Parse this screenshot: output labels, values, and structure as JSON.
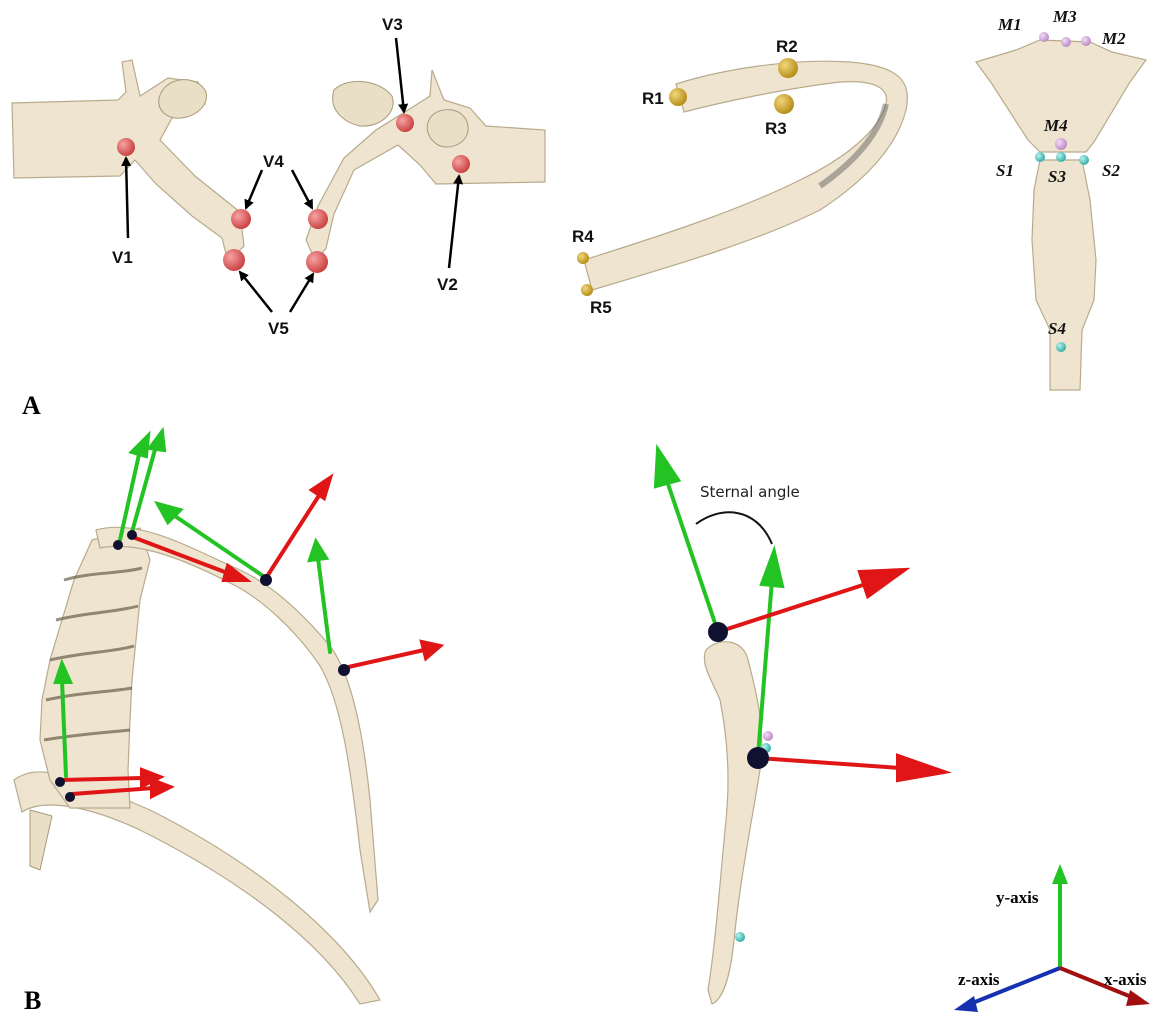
{
  "panels": {
    "a": "A",
    "b": "B"
  },
  "vertebra_labels": {
    "v1": "V1",
    "v2": "V2",
    "v3": "V3",
    "v4": "V4",
    "v5": "V5"
  },
  "rib_labels": {
    "r1": "R1",
    "r2": "R2",
    "r3": "R3",
    "r4": "R4",
    "r5": "R5"
  },
  "sternum_labels": {
    "m1": "M1",
    "m2": "M2",
    "m3": "M3",
    "m4": "M4",
    "s1": "S1",
    "s2": "S2",
    "s3": "S3",
    "s4": "S4"
  },
  "sternal_angle_label": "Sternal angle",
  "axes": {
    "y": "y-axis",
    "z": "z-axis",
    "x": "x-axis"
  },
  "colors": {
    "bone": "#eee4cf",
    "vertebra_marker": "#e46a6a",
    "rib_marker": "#d8b23a",
    "manubrium_marker": "#dbb5e4",
    "sternum_marker": "#5fd6cf",
    "x_axis": "#e01515",
    "y_axis": "#22c322",
    "z_axis": "#1530b0",
    "joint_dot": "#101030"
  }
}
